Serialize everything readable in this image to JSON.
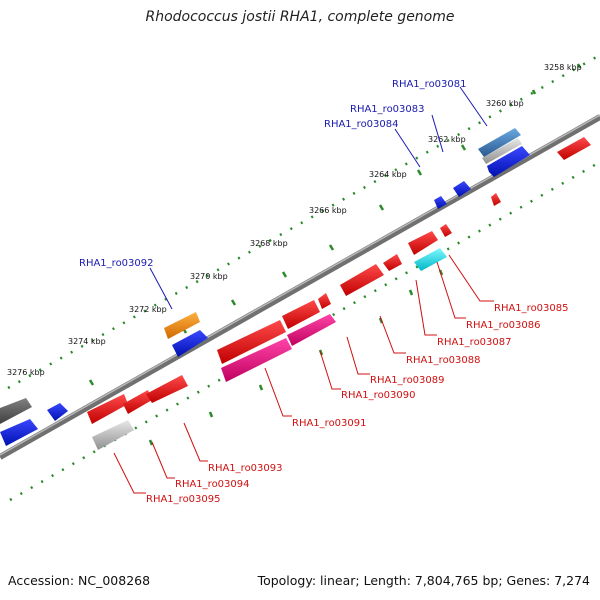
{
  "title": "Rhodococcus jostii RHA1, complete genome",
  "footer": {
    "accession": "Accession: NC_008268",
    "summary": "Topology: linear; Length: 7,804,765 bp; Genes: 7,274"
  },
  "scale_ticks": [
    "3258 kbp",
    "3260 kbp",
    "3262 kbp",
    "3264 kbp",
    "3266 kbp",
    "3268 kbp",
    "3270 kbp",
    "3272 kbp",
    "3274 kbp",
    "3276 kbp"
  ],
  "genes_top_strand": [
    "RHA1_ro03081",
    "RHA1_ro03083",
    "RHA1_ro03084",
    "RHA1_ro03092"
  ],
  "genes_bottom_strand": [
    "RHA1_ro03085",
    "RHA1_ro03086",
    "RHA1_ro03087",
    "RHA1_ro03088",
    "RHA1_ro03089",
    "RHA1_ro03090",
    "RHA1_ro03091",
    "RHA1_ro03093",
    "RHA1_ro03094",
    "RHA1_ro03095"
  ],
  "colors": {
    "backbone": "#808080",
    "tick_dots": "#2a8a2a",
    "cds_red": "#e81010",
    "cds_blue": "#1020e0",
    "cds_magenta": "#e81080",
    "cds_orange": "#f08000",
    "cds_cyan": "#10d8e0",
    "cds_gray": "#a0a0a0",
    "cds_darkgray": "#505050",
    "cds_steelblue": "#3070b0"
  }
}
